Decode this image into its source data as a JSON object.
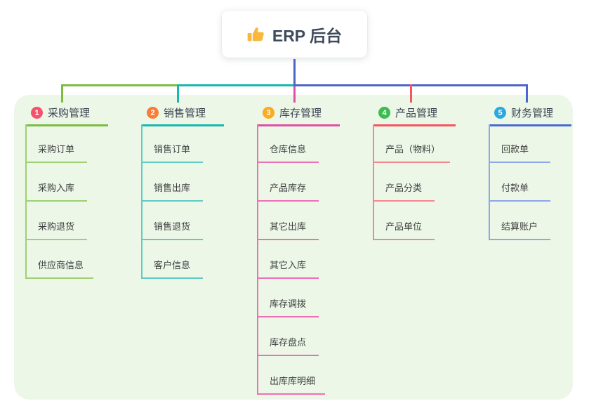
{
  "root": {
    "label": "ERP 后台",
    "icon": "thumbs-up-icon",
    "icon_color": "#f7b83c",
    "text_color": "#3d4a5b"
  },
  "colors": {
    "page_bg": "#ffffff",
    "panel_bg": "#ecf7e8",
    "connector_blue": "#5064c8",
    "header_text": "#3b4551",
    "child_text": "#404040"
  },
  "branches": [
    {
      "num": "1",
      "label": "采购管理",
      "badge_color": "#f4526b",
      "line_color": "#7cbd3f",
      "child_line_color": "#9fd072",
      "children": [
        "采购订单",
        "采购入库",
        "采购退货",
        "供应商信息"
      ]
    },
    {
      "num": "2",
      "label": "销售管理",
      "badge_color": "#fa7d36",
      "line_color": "#17b8ae",
      "child_line_color": "#5fccc4",
      "children": [
        "销售订单",
        "销售出库",
        "销售退货",
        "客户信息"
      ]
    },
    {
      "num": "3",
      "label": "库存管理",
      "badge_color": "#fbab1c",
      "line_color": "#e14fa4",
      "child_line_color": "#ee6fb5",
      "children": [
        "仓库信息",
        "产品库存",
        "其它出库",
        "其它入库",
        "库存调拨",
        "库存盘点",
        "出库库明细"
      ]
    },
    {
      "num": "4",
      "label": "产品管理",
      "badge_color": "#3dbb51",
      "line_color": "#f4555e",
      "child_line_color": "#f4878d",
      "children": [
        "产品（物料）",
        "产品分类",
        "产品单位"
      ]
    },
    {
      "num": "5",
      "label": "财务管理",
      "badge_color": "#2ba9dd",
      "line_color": "#4a68cf",
      "child_line_color": "#8fa7e6",
      "children": [
        "回款单",
        "付款单",
        "结算账户"
      ]
    }
  ]
}
